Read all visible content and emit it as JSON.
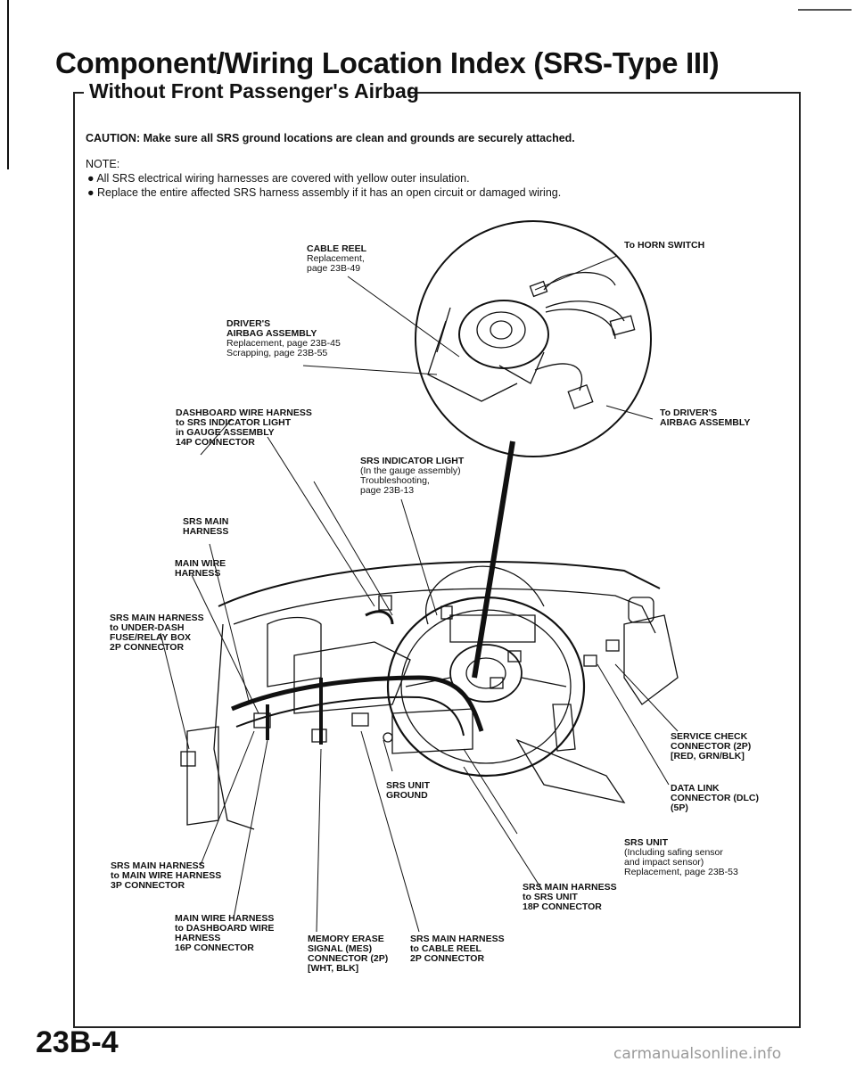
{
  "header": {
    "title": "Component/Wiring Location Index (SRS-Type III)",
    "subtitle": "Without Front Passenger's Airbag"
  },
  "caution": {
    "label": "CAUTION:",
    "text": "Make sure all SRS ground locations are clean and grounds are securely attached."
  },
  "note": {
    "label": "NOTE:",
    "items": [
      "All SRS electrical wiring harnesses are covered with yellow outer insulation.",
      "Replace the entire affected SRS harness assembly if it has an open circuit or damaged wiring."
    ]
  },
  "labels": {
    "cable_reel": {
      "l1": "CABLE REEL",
      "l2": "Replacement,",
      "l3": "page 23B-49"
    },
    "horn_switch": {
      "l1": "To HORN SWITCH"
    },
    "drivers_airbag": {
      "l1": "DRIVER'S",
      "l2": "AIRBAG ASSEMBLY",
      "l3": "Replacement, page 23B-45",
      "l4": "Scrapping, page 23B-55"
    },
    "to_drivers_airbag": {
      "l1": "To DRIVER'S",
      "l2": "AIRBAG ASSEMBLY"
    },
    "dashboard_harness": {
      "l1": "DASHBOARD WIRE HARNESS",
      "l2": "to SRS INDICATOR LIGHT",
      "l3": "in GAUGE ASSEMBLY",
      "l4": "14P CONNECTOR"
    },
    "indicator_light": {
      "l1": "SRS INDICATOR LIGHT",
      "l2": "(In the gauge assembly)",
      "l3": "Troubleshooting,",
      "l4": "page 23B-13"
    },
    "srs_main_harness": {
      "l1": "SRS MAIN",
      "l2": "HARNESS"
    },
    "main_wire_harness": {
      "l1": "MAIN WIRE",
      "l2": "HARNESS"
    },
    "underdash_connector": {
      "l1": "SRS MAIN HARNESS",
      "l2": "to UNDER-DASH",
      "l3": "FUSE/RELAY BOX",
      "l4": "2P CONNECTOR"
    },
    "service_check": {
      "l1": "SERVICE CHECK",
      "l2": "CONNECTOR (2P)",
      "l3": "[RED, GRN/BLK]"
    },
    "data_link": {
      "l1": "DATA LINK",
      "l2": "CONNECTOR (DLC)",
      "l3": "(5P)"
    },
    "srs_unit_ground": {
      "l1": "SRS UNIT",
      "l2": "GROUND"
    },
    "srs_unit": {
      "l1": "SRS UNIT",
      "l2": "(Including safing sensor",
      "l3": "and impact sensor)",
      "l4": "Replacement, page 23B-53"
    },
    "main_to_mainwire": {
      "l1": "SRS MAIN HARNESS",
      "l2": "to MAIN WIRE HARNESS",
      "l3": "3P CONNECTOR"
    },
    "main_to_srsunit": {
      "l1": "SRS MAIN HARNESS",
      "l2": "to SRS UNIT",
      "l3": "18P CONNECTOR"
    },
    "mainwire_to_dash": {
      "l1": "MAIN WIRE HARNESS",
      "l2": "to DASHBOARD WIRE",
      "l3": "HARNESS",
      "l4": "16P CONNECTOR"
    },
    "mes_connector": {
      "l1": "MEMORY ERASE",
      "l2": "SIGNAL (MES)",
      "l3": "CONNECTOR (2P)",
      "l4": "[WHT, BLK]"
    },
    "main_to_cablereel": {
      "l1": "SRS MAIN HARNESS",
      "l2": "to CABLE REEL",
      "l3": "2P CONNECTOR"
    }
  },
  "footer": {
    "page_number": "23B-4",
    "watermark": "carmanualsonline.info"
  }
}
